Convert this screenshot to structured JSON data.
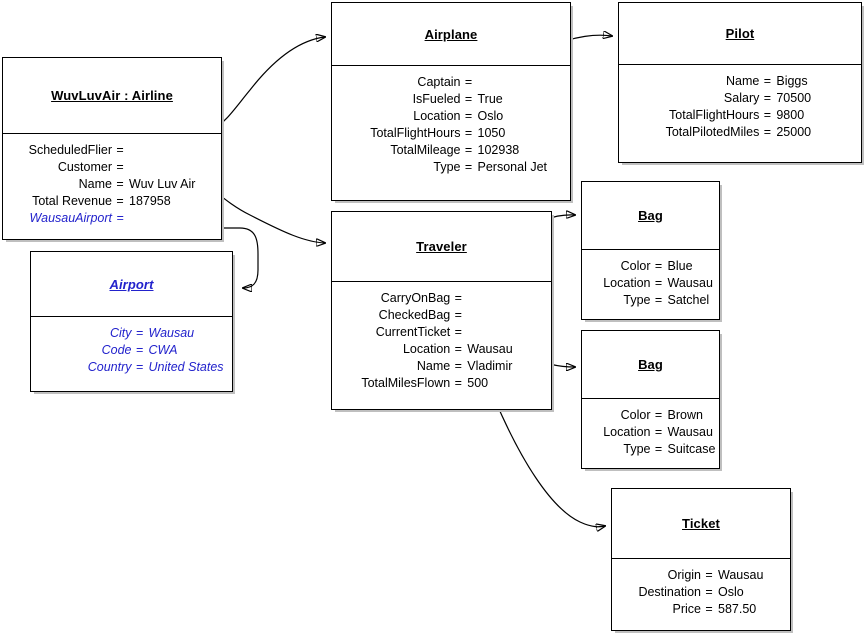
{
  "diagram": {
    "type": "uml-object-diagram",
    "colors": {
      "abstract": "#2222cc",
      "text": "#000000",
      "border": "#000000",
      "shadow": "#bfbfbf",
      "background": "#ffffff"
    }
  },
  "objects": {
    "airline": {
      "title": "WuvLuvAir : Airline",
      "abstract": false,
      "slots": [
        {
          "key": "ScheduledFlier",
          "eq": "=",
          "value": "",
          "link": true,
          "abstract": false
        },
        {
          "key": "Customer",
          "eq": "=",
          "value": "",
          "link": true,
          "abstract": false
        },
        {
          "key": "Name",
          "eq": "=",
          "value": "Wuv Luv Air",
          "link": false,
          "abstract": false
        },
        {
          "key": "Total Revenue",
          "eq": "=",
          "value": "187958",
          "link": false,
          "abstract": false
        },
        {
          "key": "WausauAirport",
          "eq": "=",
          "value": "",
          "link": true,
          "abstract": true
        }
      ]
    },
    "airport": {
      "title": "Airport",
      "abstract": true,
      "slots": [
        {
          "key": "City",
          "eq": "=",
          "value": "Wausau",
          "link": false,
          "abstract": true
        },
        {
          "key": "Code",
          "eq": "=",
          "value": "CWA",
          "link": false,
          "abstract": true
        },
        {
          "key": "Country",
          "eq": "=",
          "value": "United States",
          "link": false,
          "abstract": true
        }
      ]
    },
    "airplane": {
      "title": "Airplane",
      "abstract": false,
      "slots": [
        {
          "key": "Captain",
          "eq": "=",
          "value": "",
          "link": true,
          "abstract": false
        },
        {
          "key": "IsFueled",
          "eq": "=",
          "value": "True",
          "link": false,
          "abstract": false
        },
        {
          "key": "Location",
          "eq": "=",
          "value": "Oslo",
          "link": false,
          "abstract": false
        },
        {
          "key": "TotalFlightHours",
          "eq": "=",
          "value": "1050",
          "link": false,
          "abstract": false
        },
        {
          "key": "TotalMileage",
          "eq": "=",
          "value": "102938",
          "link": false,
          "abstract": false
        },
        {
          "key": "Type",
          "eq": "=",
          "value": "Personal Jet",
          "link": false,
          "abstract": false
        }
      ]
    },
    "pilot": {
      "title": "Pilot",
      "abstract": false,
      "slots": [
        {
          "key": "Name",
          "eq": "=",
          "value": "Biggs",
          "link": false,
          "abstract": false
        },
        {
          "key": "Salary",
          "eq": "=",
          "value": "70500",
          "link": false,
          "abstract": false
        },
        {
          "key": "TotalFlightHours",
          "eq": "=",
          "value": "9800",
          "link": false,
          "abstract": false
        },
        {
          "key": "TotalPilotedMiles",
          "eq": "=",
          "value": "25000",
          "link": false,
          "abstract": false
        }
      ]
    },
    "traveler": {
      "title": "Traveler",
      "abstract": false,
      "slots": [
        {
          "key": "CarryOnBag",
          "eq": "=",
          "value": "",
          "link": true,
          "abstract": false
        },
        {
          "key": "CheckedBag",
          "eq": "=",
          "value": "",
          "link": true,
          "abstract": false
        },
        {
          "key": "CurrentTicket",
          "eq": "=",
          "value": "",
          "link": true,
          "abstract": false
        },
        {
          "key": "Location",
          "eq": "=",
          "value": "Wausau",
          "link": false,
          "abstract": false
        },
        {
          "key": "Name",
          "eq": "=",
          "value": "Vladimir",
          "link": false,
          "abstract": false
        },
        {
          "key": "TotalMilesFlown",
          "eq": "=",
          "value": "500",
          "link": false,
          "abstract": false
        }
      ]
    },
    "bag_carry_on": {
      "title": "Bag",
      "abstract": false,
      "slots": [
        {
          "key": "Color",
          "eq": "=",
          "value": "Blue",
          "link": false,
          "abstract": false
        },
        {
          "key": "Location",
          "eq": "=",
          "value": "Wausau",
          "link": false,
          "abstract": false
        },
        {
          "key": "Type",
          "eq": "=",
          "value": "Satchel",
          "link": false,
          "abstract": false
        }
      ]
    },
    "bag_checked": {
      "title": "Bag",
      "abstract": false,
      "slots": [
        {
          "key": "Color",
          "eq": "=",
          "value": "Brown",
          "link": false,
          "abstract": false
        },
        {
          "key": "Location",
          "eq": "=",
          "value": "Wausau",
          "link": false,
          "abstract": false
        },
        {
          "key": "Type",
          "eq": "=",
          "value": "Suitcase",
          "link": false,
          "abstract": false
        }
      ]
    },
    "ticket": {
      "title": "Ticket",
      "abstract": false,
      "slots": [
        {
          "key": "Origin",
          "eq": "=",
          "value": "Wausau",
          "link": false,
          "abstract": false
        },
        {
          "key": "Destination",
          "eq": "=",
          "value": "Oslo",
          "link": false,
          "abstract": false
        },
        {
          "key": "Price",
          "eq": "=",
          "value": "587.50",
          "link": false,
          "abstract": false
        }
      ]
    }
  },
  "links": [
    {
      "name": "airline-scheduledflier-to-airplane",
      "from": "airline.ScheduledFlier",
      "to": "airplane"
    },
    {
      "name": "airline-customer-to-traveler",
      "from": "airline.Customer",
      "to": "traveler"
    },
    {
      "name": "airline-wausauairport-to-airport",
      "from": "airline.WausauAirport",
      "to": "airport"
    },
    {
      "name": "airplane-captain-to-pilot",
      "from": "airplane.Captain",
      "to": "pilot"
    },
    {
      "name": "traveler-carryonbag-to-bag",
      "from": "traveler.CarryOnBag",
      "to": "bag_carry_on"
    },
    {
      "name": "traveler-checkedbag-to-bag",
      "from": "traveler.CheckedBag",
      "to": "bag_checked"
    },
    {
      "name": "traveler-currentticket-to-ticket",
      "from": "traveler.CurrentTicket",
      "to": "ticket"
    }
  ]
}
